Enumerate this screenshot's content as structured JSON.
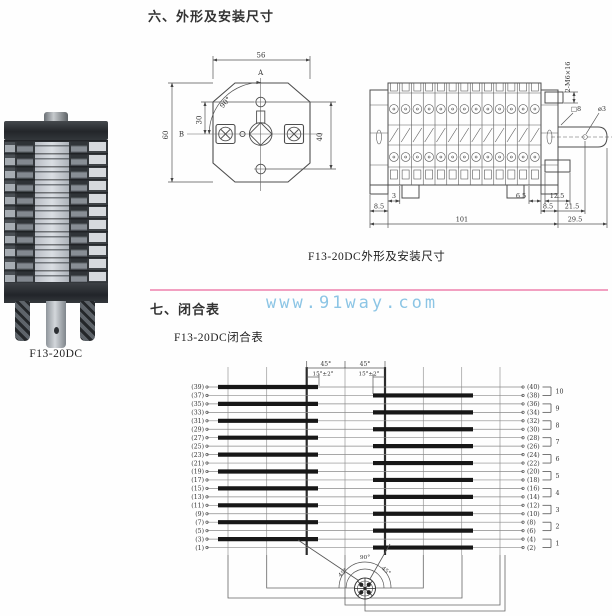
{
  "page": {
    "section6_title": "六、外形及安装尺寸",
    "caption": "F13-20DC外形及安装尺寸",
    "section7_title": "七、闭合表",
    "closure_subtitle": "F13-20DC闭合表",
    "product_label": "F13-20DC",
    "watermark": "www.91way.com",
    "accent_pink": "#f2a0c1",
    "watermark_blue": "#79bce1"
  },
  "front_view": {
    "dim_top": "56",
    "label_a": "A",
    "label_b": "B",
    "dim_30": "30",
    "dim_60": "60",
    "angle": "90°",
    "dim_40": "40"
  },
  "side_view": {
    "stud": "2-M6×16",
    "square": "□8",
    "hole": "ø3",
    "d3": "3",
    "d65": "6.5",
    "d85l": "8.5",
    "d85r": "8.5",
    "d101": "101",
    "d125": "12.5",
    "d215": "21.5",
    "d295": "29.5"
  },
  "closure_chart": {
    "angle_top": [
      "45°",
      "45°"
    ],
    "tolerance": [
      "15°±2°",
      "15°±2°"
    ],
    "dial": {
      "outer": "90°",
      "left": "45°",
      "right": "45°"
    },
    "groups": [
      "10",
      "9",
      "8",
      "7",
      "6",
      "5",
      "4",
      "3",
      "2",
      "1"
    ],
    "rows": [
      {
        "left": "(39)",
        "right": "(40)",
        "bar": "left"
      },
      {
        "left": "(37)",
        "right": "(38)",
        "bar": "right"
      },
      {
        "left": "(35)",
        "right": "(36)",
        "bar": "left"
      },
      {
        "left": "(33)",
        "right": "(34)",
        "bar": "right"
      },
      {
        "left": "(31)",
        "right": "(32)",
        "bar": "left"
      },
      {
        "left": "(29)",
        "right": "(30)",
        "bar": "right"
      },
      {
        "left": "(27)",
        "right": "(28)",
        "bar": "left"
      },
      {
        "left": "(25)",
        "right": "(26)",
        "bar": "right"
      },
      {
        "left": "(23)",
        "right": "(24)",
        "bar": "left"
      },
      {
        "left": "(21)",
        "right": "(22)",
        "bar": "right"
      },
      {
        "left": "(19)",
        "right": "(20)",
        "bar": "left"
      },
      {
        "left": "(17)",
        "right": "(18)",
        "bar": "right"
      },
      {
        "left": "(15)",
        "right": "(16)",
        "bar": "left"
      },
      {
        "left": "(13)",
        "right": "(14)",
        "bar": "right"
      },
      {
        "left": "(11)",
        "right": "(12)",
        "bar": "left"
      },
      {
        "left": "(9)",
        "right": "(10)",
        "bar": "right"
      },
      {
        "left": "(7)",
        "right": "(8)",
        "bar": "left"
      },
      {
        "left": "(5)",
        "right": "(6)",
        "bar": "right"
      },
      {
        "left": "(3)",
        "right": "(4)",
        "bar": "left"
      },
      {
        "left": "(1)",
        "right": "(2)",
        "bar": "right"
      }
    ]
  }
}
